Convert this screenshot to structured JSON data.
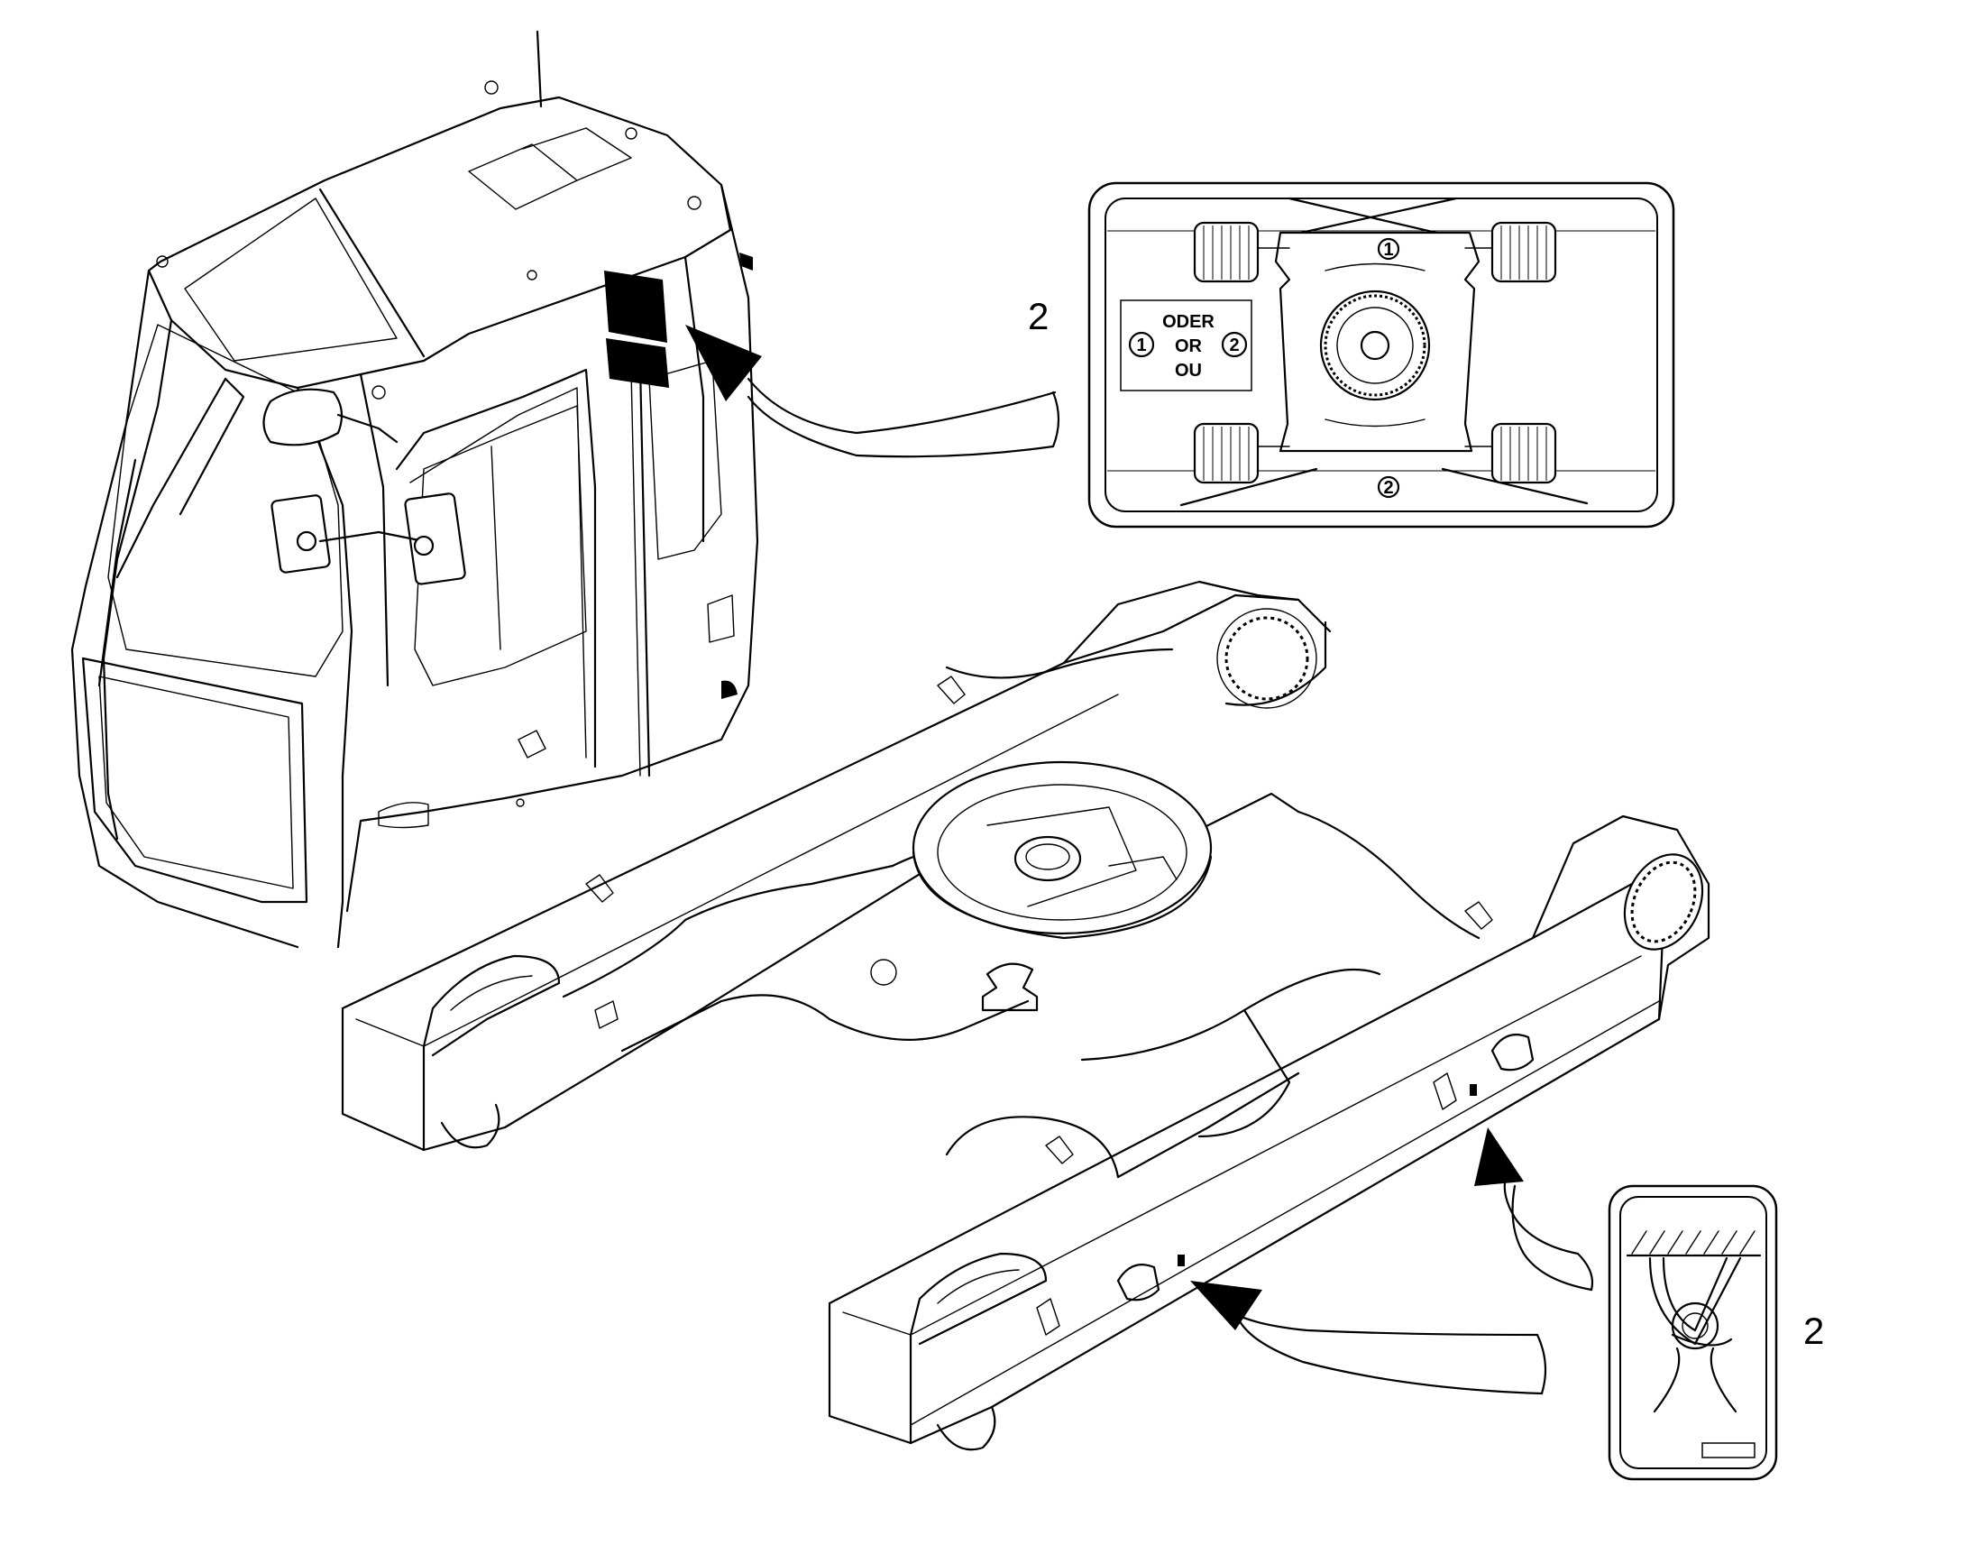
{
  "callouts": {
    "upper": "2",
    "lower": "2"
  },
  "decal_upper": {
    "choice_line1": "ODER",
    "choice_line2": "OR",
    "choice_line3": "OU",
    "choice_left": "1",
    "choice_right": "2",
    "top_marker": "1",
    "bottom_marker": "2"
  },
  "colors": {
    "ink": "#000000",
    "paper": "#ffffff"
  }
}
